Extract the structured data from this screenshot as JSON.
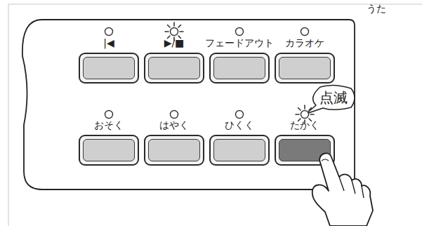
{
  "diagram": {
    "nodes": [
      {
        "text": [
          "うた"
        ]
      },
      {
        "text": [
          "|◀"
        ],
        "in": 0
      },
      {
        "text": [
          "▶/■"
        ],
        "in": 0
      },
      {
        "text": [
          "フェードアウト"
        ],
        "in": 0
      },
      {
        "text": [
          "カラオケ"
        ],
        "in": 0
      },
      {
        "text": [
          "おそく"
        ],
        "in": 0
      },
      {
        "text": [
          "はやく"
        ],
        "in": 0
      },
      {
        "text": [
          "ひくく"
        ],
        "in": 0
      },
      {
        "text": [
          "たかく"
        ],
        "in": 0
      },
      {
        "text": [
          "点滅"
        ]
      }
    ]
  }
}
